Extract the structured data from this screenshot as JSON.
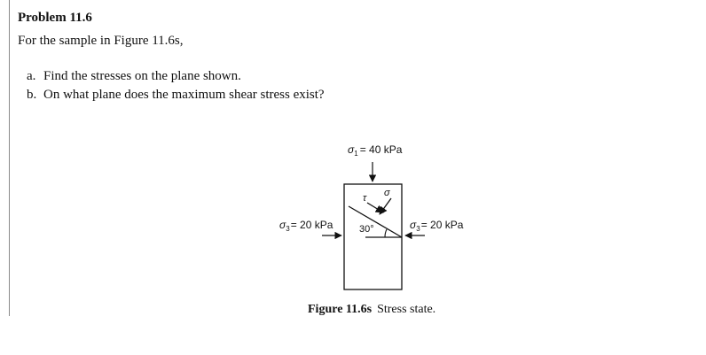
{
  "problem": {
    "title": "Problem 11.6",
    "intro": "For the sample in Figure 11.6s,",
    "questions": [
      {
        "marker": "a.",
        "text": "Find the stresses on the plane shown."
      },
      {
        "marker": "b.",
        "text": "On what plane does the maximum shear stress exist?"
      }
    ]
  },
  "figure": {
    "sigma1_symbol": "σ",
    "sigma1_sub": "1",
    "sigma1_value": "= 40 kPa",
    "sigma3_left_symbol": "σ",
    "sigma3_left_sub": "3",
    "sigma3_left_value": "= 20 kPa",
    "sigma3_right_symbol": "σ",
    "sigma3_right_sub": "3",
    "sigma3_right_value": "= 20 kPa",
    "angle_label": "30°",
    "tau_label": "τ",
    "sigma_label": "σ",
    "caption_label": "Figure 11.6s",
    "caption_text": "Stress state."
  }
}
